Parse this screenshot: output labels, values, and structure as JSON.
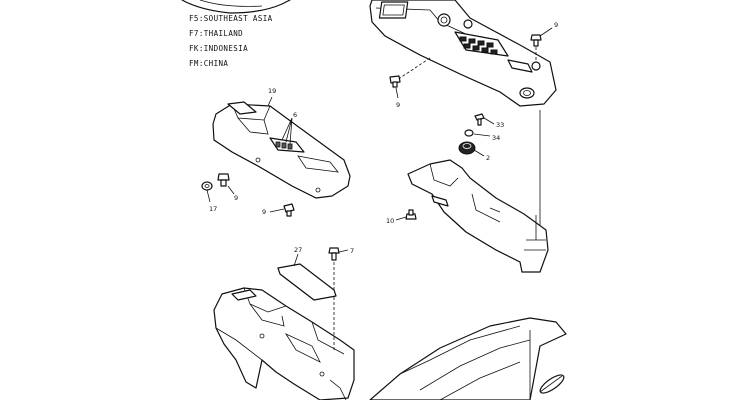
{
  "region_notes": [
    "F5:SOUTHEAST ASIA",
    "F7:THAILAND",
    "FK:INDONESIA",
    "FM:CHINA"
  ],
  "callouts": {
    "c9a": "9",
    "c9b": "9",
    "c9c": "9",
    "c9d": "9",
    "c19": "19",
    "c6": "6",
    "c17": "17",
    "c33": "33",
    "c34": "34",
    "c2": "2",
    "c10": "10",
    "c27": "27",
    "c7": "7"
  }
}
